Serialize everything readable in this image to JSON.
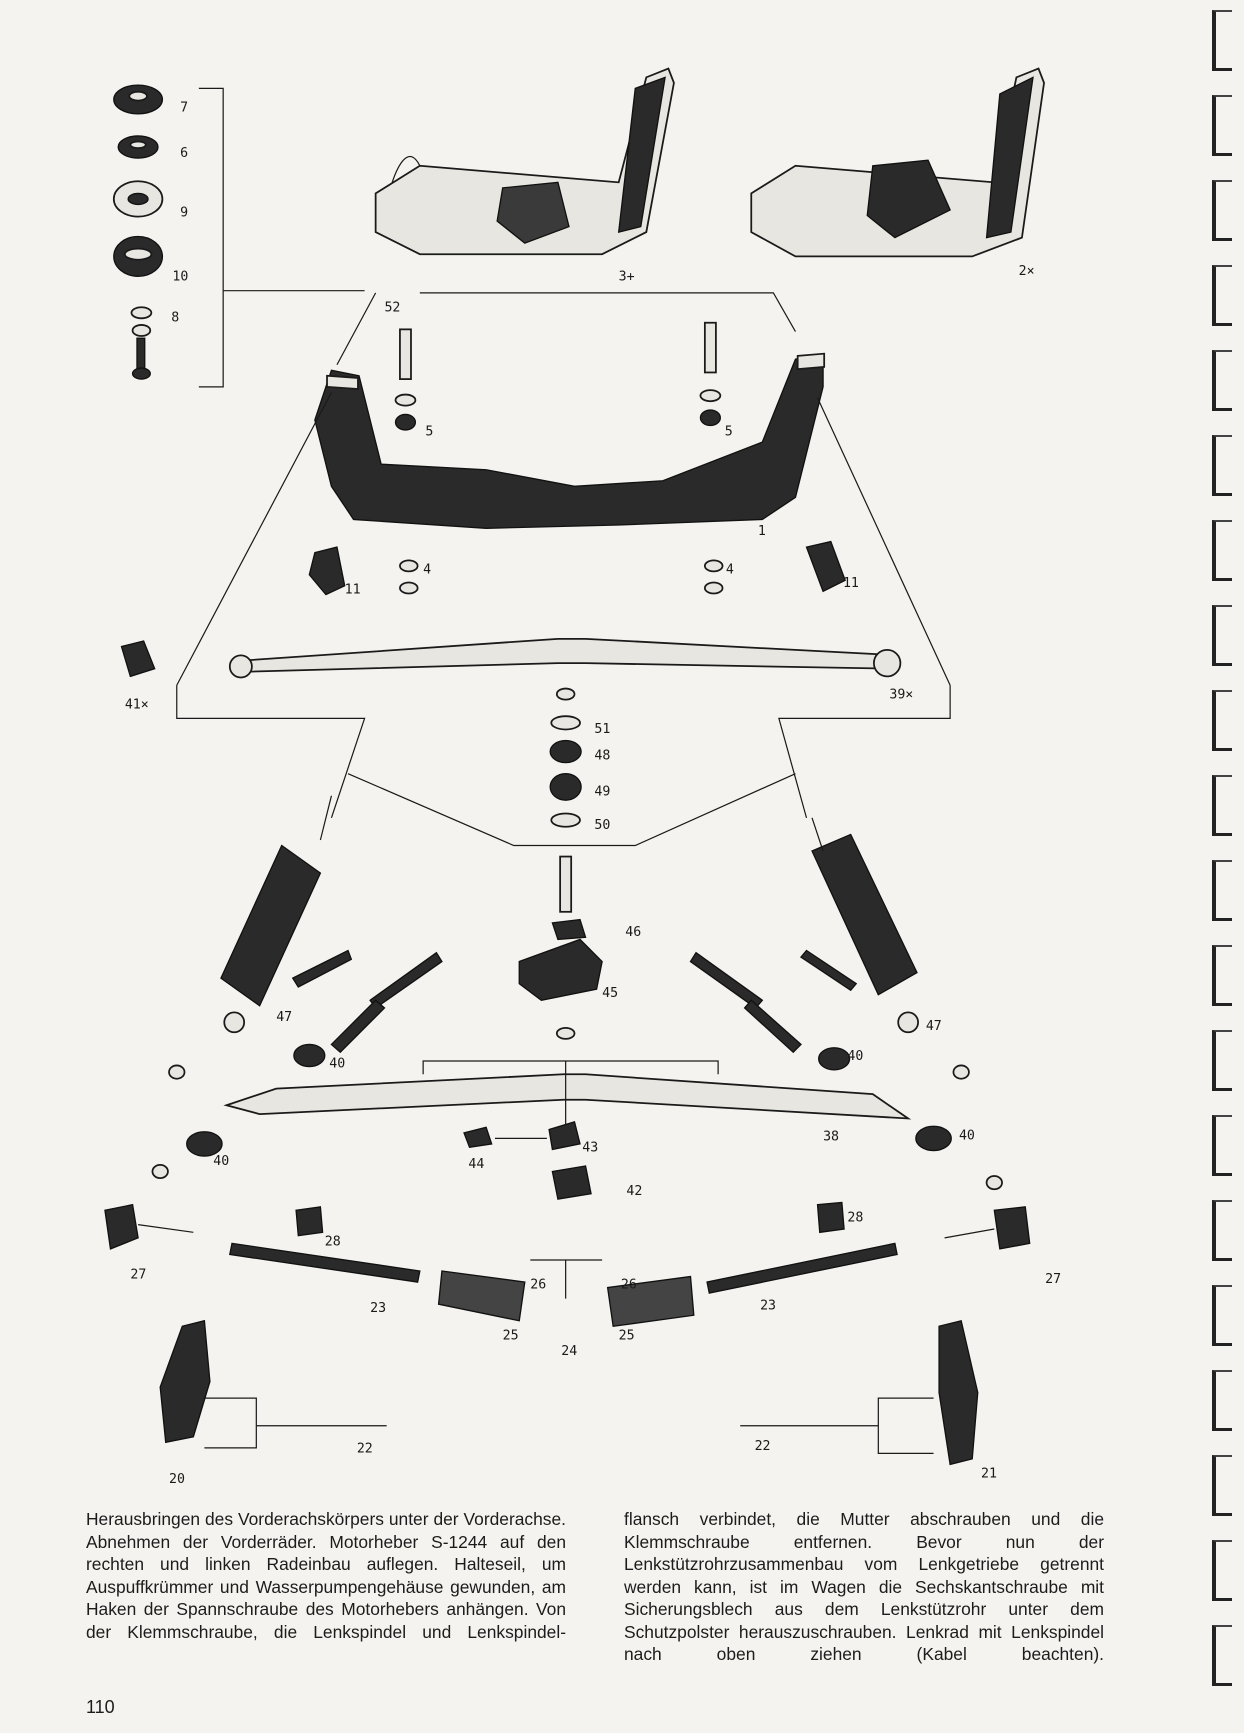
{
  "page": {
    "number": "110",
    "paragraph_left": "Herausbringen des Vorderachskörpers unter der Vorderachse. Abnehmen der Vorderräder. Motorheber S-1244 auf den rechten und linken Radeinbau auflegen. Halteseil, um Auspuffkrümmer und Wasserpumpengehäuse gewunden, am Haken der Spannschraube des Motorhebers anhängen. Von der Klemmschraube, die Lenkspindel und Lenkspindel-",
    "paragraph_right": "flansch verbindet, die Mutter abschrauben und die Klemmschraube entfernen. Bevor nun der Lenkstützrohrzusammenbau vom Lenkgetriebe getrennt werden kann, ist im Wagen die Sechskantschraube mit Sicherungsblech aus dem Lenkstützrohr unter dem Schutzpolster herauszuschrauben. Lenkrad mit Lenkspindel nach oben ziehen (Kabel beachten)."
  },
  "diagram": {
    "callouts": [
      "7",
      "6",
      "9",
      "10",
      "8",
      "52",
      "3+",
      "2×",
      "5",
      "5",
      "1",
      "11",
      "4",
      "4",
      "11",
      "41×",
      "39×",
      "51",
      "48",
      "49",
      "50",
      "46",
      "45",
      "47",
      "47",
      "40",
      "40",
      "40",
      "40",
      "38",
      "43",
      "44",
      "42",
      "28",
      "28",
      "27",
      "27",
      "26",
      "26",
      "23",
      "23",
      "25",
      "24",
      "25",
      "22",
      "22",
      "20",
      "21"
    ]
  }
}
